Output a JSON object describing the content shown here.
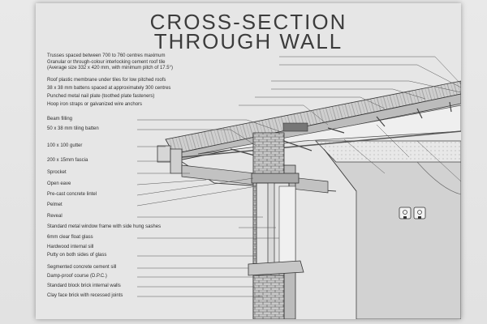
{
  "diagram": {
    "title_line1": "CROSS-SECTION",
    "title_line2": "THROUGH WALL",
    "labels": [
      "Trusses spaced between 700 to 760 centres maximum",
      "Granular or through-colour interlocking cement roof tile",
      "(Average size 332 x 420 mm, with minimum pitch of 17.5°)",
      "Roof plastic membrane under tiles for low pitched roofs",
      "38 x 38 mm battens spaced at approximately 300 centres",
      "Punched metal nail plate (toothed plate fasteners)",
      "Hoop iron straps or galvanized wire anchors",
      "Beam filling",
      "50 x 38 mm tiling batten",
      "100 x 100 gutter",
      "200 x 15mm fascia",
      "Sprocket",
      "Open eave",
      "Pre-cast concrete lintel",
      "Pelmet",
      "Reveal",
      "Standard metal window frame with side hung sashes",
      "6mm clear float glass",
      "Hardwood internal sill",
      "Putty on both sides of glass",
      "Segmented concrete cement sill",
      "Damp-proof course (D.P.C.)",
      "Standard block brick internal walls",
      "Clay face brick with recessed joints"
    ]
  },
  "colors": {
    "background": "#e6e6e6",
    "ink": "#2f2f2f",
    "wall_hatch": "#bdbdbd",
    "interior": "#cfcfcf"
  }
}
